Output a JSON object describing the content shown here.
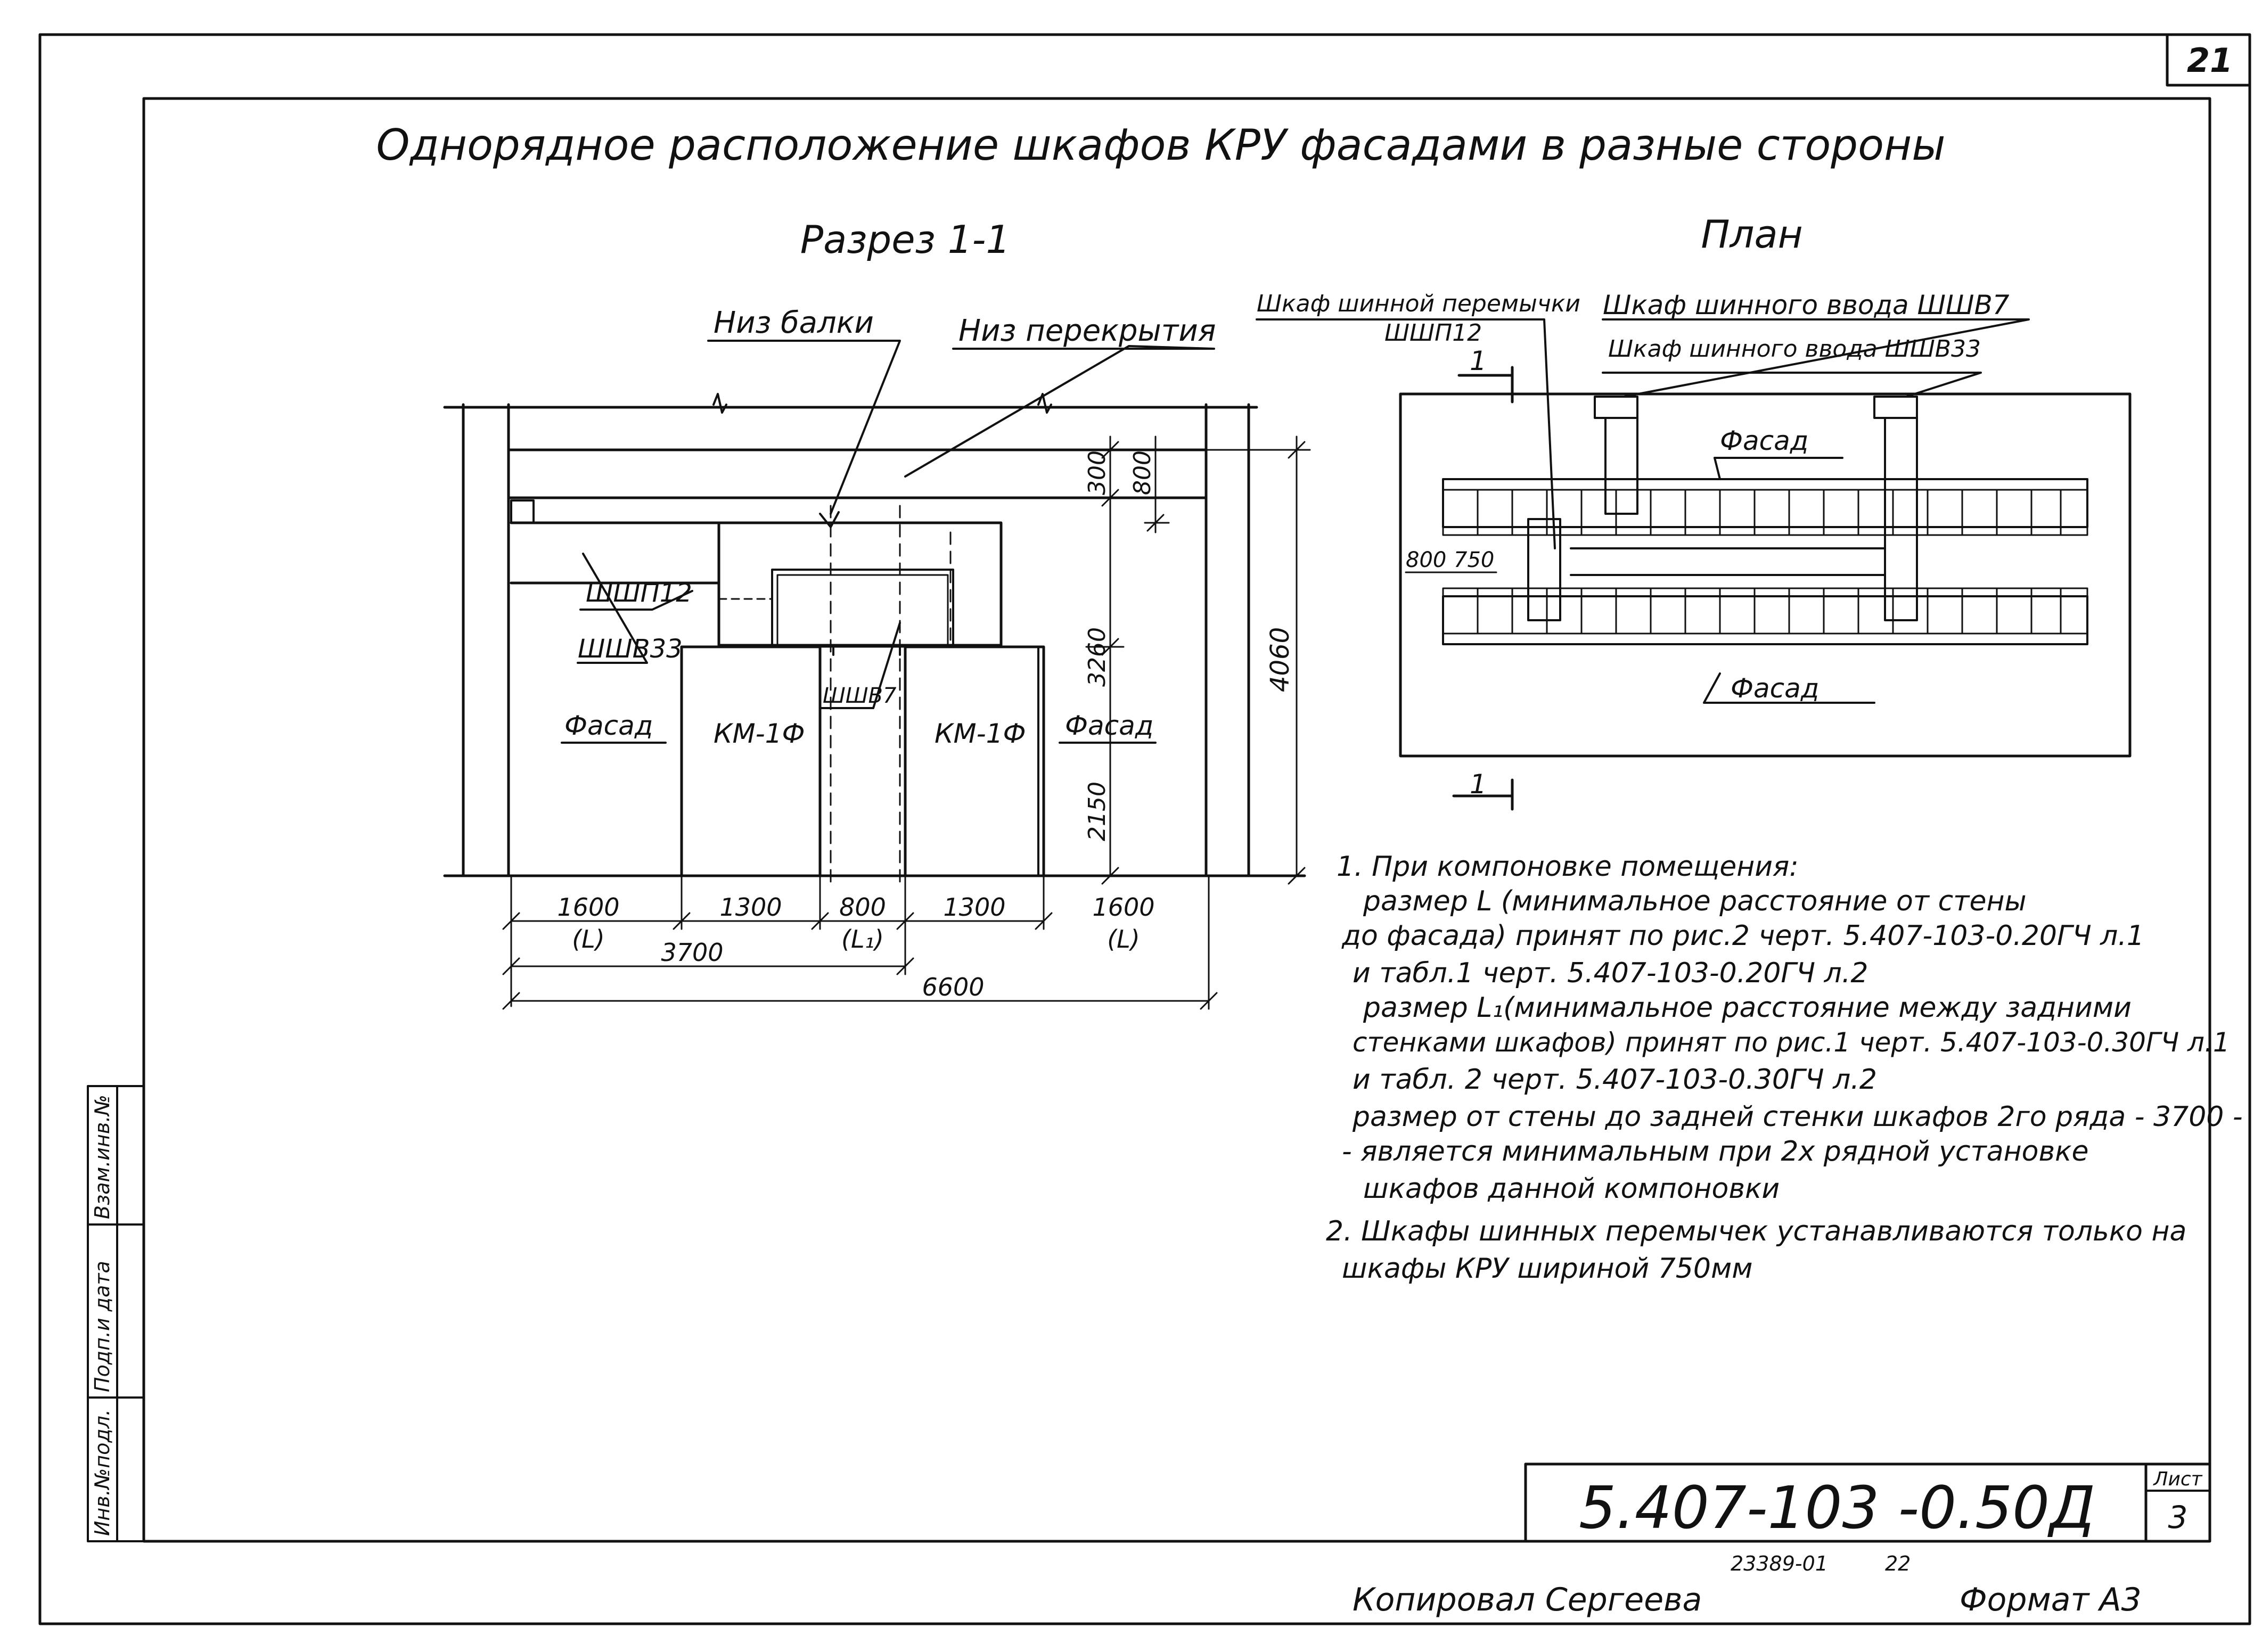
{
  "sheet": {
    "corner_number": "21",
    "title": "Однорядное расположение шкафов КРУ фасадами в разные стороны",
    "section_title": "Разрез 1-1",
    "plan_title": "План"
  },
  "section": {
    "beam_bottom": "Низ балки",
    "ceiling_bottom": "Низ перекрытия",
    "label_shp12": "ШШП12",
    "label_shv33": "ШШВ33",
    "label_shv7": "ШШВ7",
    "facade_left": "Фасад",
    "facade_right": "Фасад",
    "cabinet_left": "КМ-1Ф",
    "cabinet_right": "КМ-1Ф",
    "dim_300": "300",
    "dim_800_v": "800",
    "dim_3260": "3260",
    "dim_2150": "2150",
    "dim_4060": "4060",
    "dim_1600_left": "1600",
    "dim_L_left": "(L)",
    "dim_1300_left": "1300",
    "dim_800": "800",
    "dim_L1": "(L₁)",
    "dim_1300_right": "1300",
    "dim_1600_right": "1600",
    "dim_L_right": "(L)",
    "dim_3700": "3700",
    "dim_6600": "6600"
  },
  "plan": {
    "jumper_label_1": "Шкаф шинной перемычки",
    "jumper_label_2": "ШШП12",
    "input_label_1": "Шкаф шинного ввода ШШВ7",
    "input_label_2": "Шкаф шинного ввода ШШВ33",
    "facade_top": "Фасад",
    "facade_bottom": "Фасад",
    "dim_800": "800",
    "dim_750": "750",
    "cut_mark_top": "1",
    "cut_mark_bottom": "1"
  },
  "notes": [
    "1. При компоновке помещения:",
    "размер L (минимальное расстояние от стены",
    "до фасада) принят по рис.2 черт. 5.407-103-0.20ГЧ л.1",
    "и табл.1  черт. 5.407-103-0.20ГЧ л.2",
    "размер L₁(минимальное расстояние между задними",
    "стенками шкафов) принят по рис.1 черт. 5.407-103-0.30ГЧ л.1",
    "и  табл. 2  черт. 5.407-103-0.30ГЧ л.2",
    "размер от стены до задней стенки шкафов 2го ряда - 3700 -",
    "- является минимальным при 2х рядной установке",
    "шкафов данной  компоновки",
    "2. Шкафы шинных перемычек устанавливаются только на",
    "шкафы КРУ шириной 750мм"
  ],
  "stamp": {
    "side_label_1": "Инв.№подл.",
    "side_label_2": "Подп.и дата",
    "side_label_3": "Взам.инв.№",
    "doc_code": "5.407-103  -0.50Д",
    "sheet_label": "Лист",
    "sheet_number": "3",
    "reg_number": "23389-01",
    "reg_page": "22",
    "copied_by": "Копировал  Сергеева",
    "format": "Формат А3"
  }
}
